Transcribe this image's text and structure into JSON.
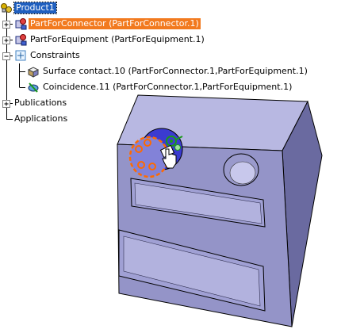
{
  "tree": {
    "root": {
      "label": "Product1"
    },
    "items": [
      {
        "label": "PartForConnector (PartForConnector.1)"
      },
      {
        "label": "PartForEquipment (PartForEquipment.1)"
      },
      {
        "label": "Constraints"
      },
      {
        "label": "Surface contact.10 (PartForConnector.1,PartForEquipment.1)"
      },
      {
        "label": "Coincidence.11 (PartForConnector.1,PartForEquipment.1)"
      },
      {
        "label": "Publications"
      },
      {
        "label": "Applications"
      }
    ]
  },
  "colors": {
    "selection_blue": "#1f5fbf",
    "selection_orange": "#f27a1f",
    "box_face": "#9494c8",
    "box_side": "#6a6aa0",
    "box_top": "#b8b8e2",
    "part_highlight": "#ff6a00"
  }
}
